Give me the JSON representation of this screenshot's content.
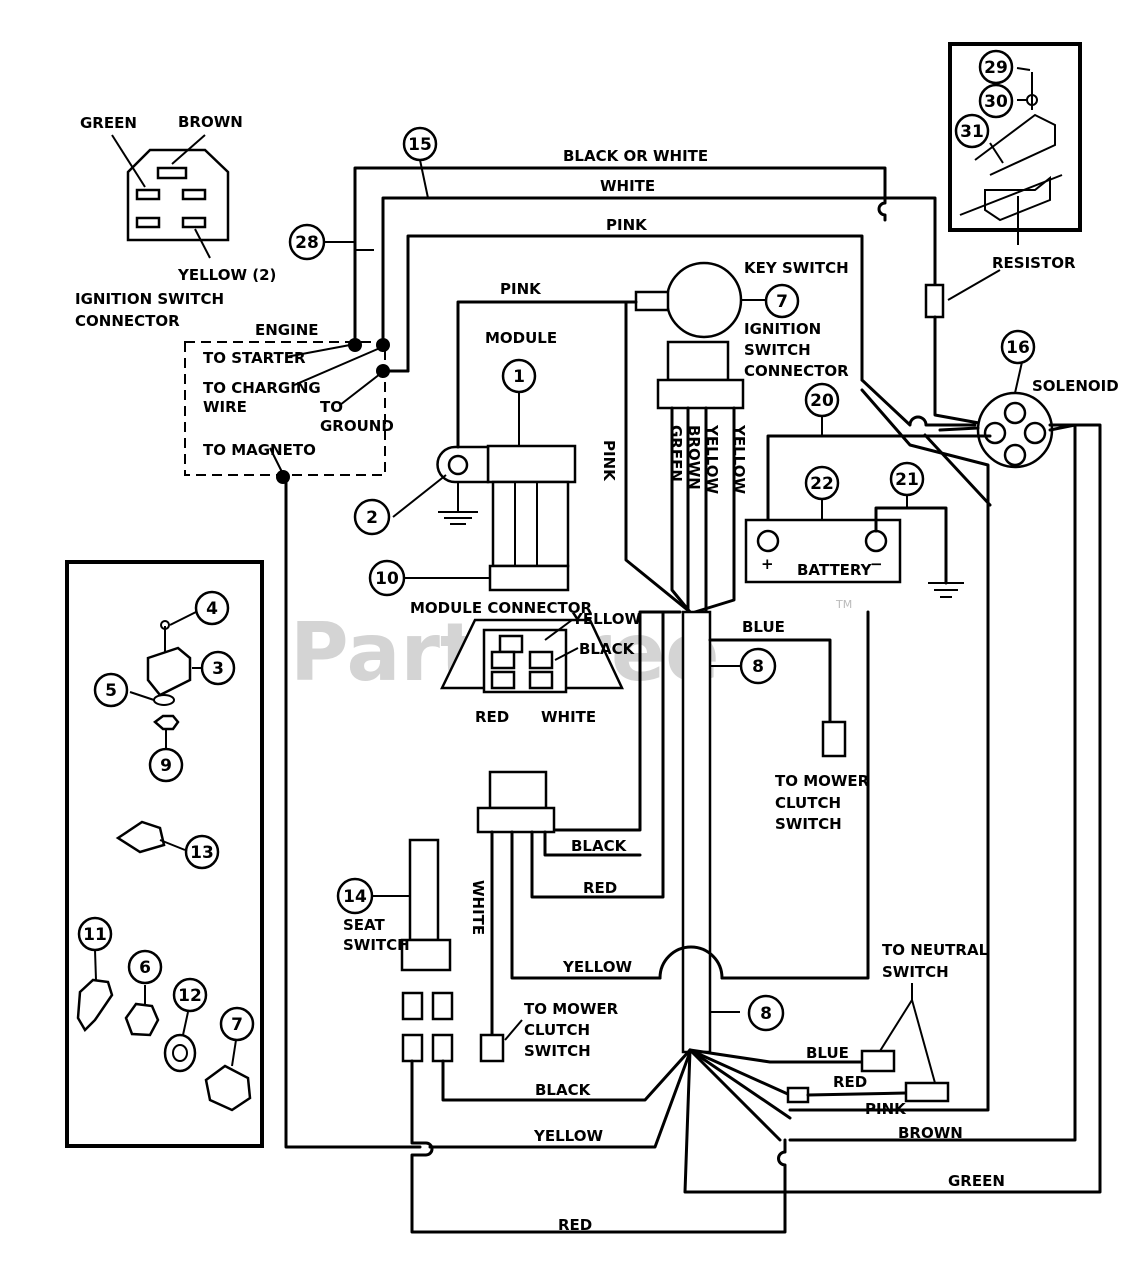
{
  "watermark": "PartsTree",
  "watermark_tm": "TM",
  "labels": {
    "green": "GREEN",
    "brown": "BROWN",
    "yellow2": "YELLOW (2)",
    "ign_conn_1": "IGNITION SWITCH",
    "ign_conn_2": "CONNECTOR",
    "engine": "ENGINE",
    "to_starter": "TO STARTER",
    "to_charging_1": "TO CHARGING",
    "to_charging_2": "WIRE",
    "to_ground_1": "TO",
    "to_ground_2": "GROUND",
    "to_magneto": "TO MAGNETO",
    "black_or_white": "BLACK OR WHITE",
    "white_top": "WHITE",
    "pink_top": "PINK",
    "pink_module": "PINK",
    "module": "MODULE",
    "key_switch": "KEY SWITCH",
    "ign_switch_1": "IGNITION",
    "ign_switch_2": "SWITCH",
    "ign_switch_3": "CONNECTOR",
    "resistor": "RESISTOR",
    "solenoid": "SOLENOID",
    "battery": "BATTERY",
    "plus": "+",
    "minus": "−",
    "pink_vertical": "PINK",
    "green_v": "GREEN",
    "brown_v": "BROWN",
    "yellow_v": "YELLOW",
    "yellow_v2": "YELLOW",
    "module_connector": "MODULE CONNECTOR",
    "mc_yellow": "YELLOW",
    "mc_black": "BLACK",
    "mc_red": "RED",
    "mc_white": "WHITE",
    "blue_upper": "BLUE",
    "to_mower_a1": "TO MOWER",
    "to_mower_a2": "CLUTCH",
    "to_mower_a3": "SWITCH",
    "black_mid": "BLACK",
    "red_mid": "RED",
    "white_vertical": "WHITE",
    "yellow_mid": "YELLOW",
    "seat_switch_1": "SEAT",
    "seat_switch_2": "SWITCH",
    "to_mower_b1": "TO MOWER",
    "to_mower_b2": "CLUTCH",
    "to_mower_b3": "SWITCH",
    "to_neutral_1": "TO NEUTRAL",
    "to_neutral_2": "SWITCH",
    "blue_low": "BLUE",
    "red_low": "RED",
    "pink_low": "PINK",
    "brown_low": "BROWN",
    "black_low": "BLACK",
    "yellow_low": "YELLOW",
    "green_low": "GREEN",
    "red_bottom": "RED"
  },
  "callouts": {
    "c1": "1",
    "c2": "2",
    "c3": "3",
    "c4": "4",
    "c5": "5",
    "c6": "6",
    "c7a": "7",
    "c7b": "7",
    "c8a": "8",
    "c8b": "8",
    "c9": "9",
    "c10": "10",
    "c11": "11",
    "c12": "12",
    "c13": "13",
    "c14": "14",
    "c15": "15",
    "c16": "16",
    "c20": "20",
    "c21": "21",
    "c22": "22",
    "c28": "28",
    "c29": "29",
    "c30": "30",
    "c31": "31"
  }
}
